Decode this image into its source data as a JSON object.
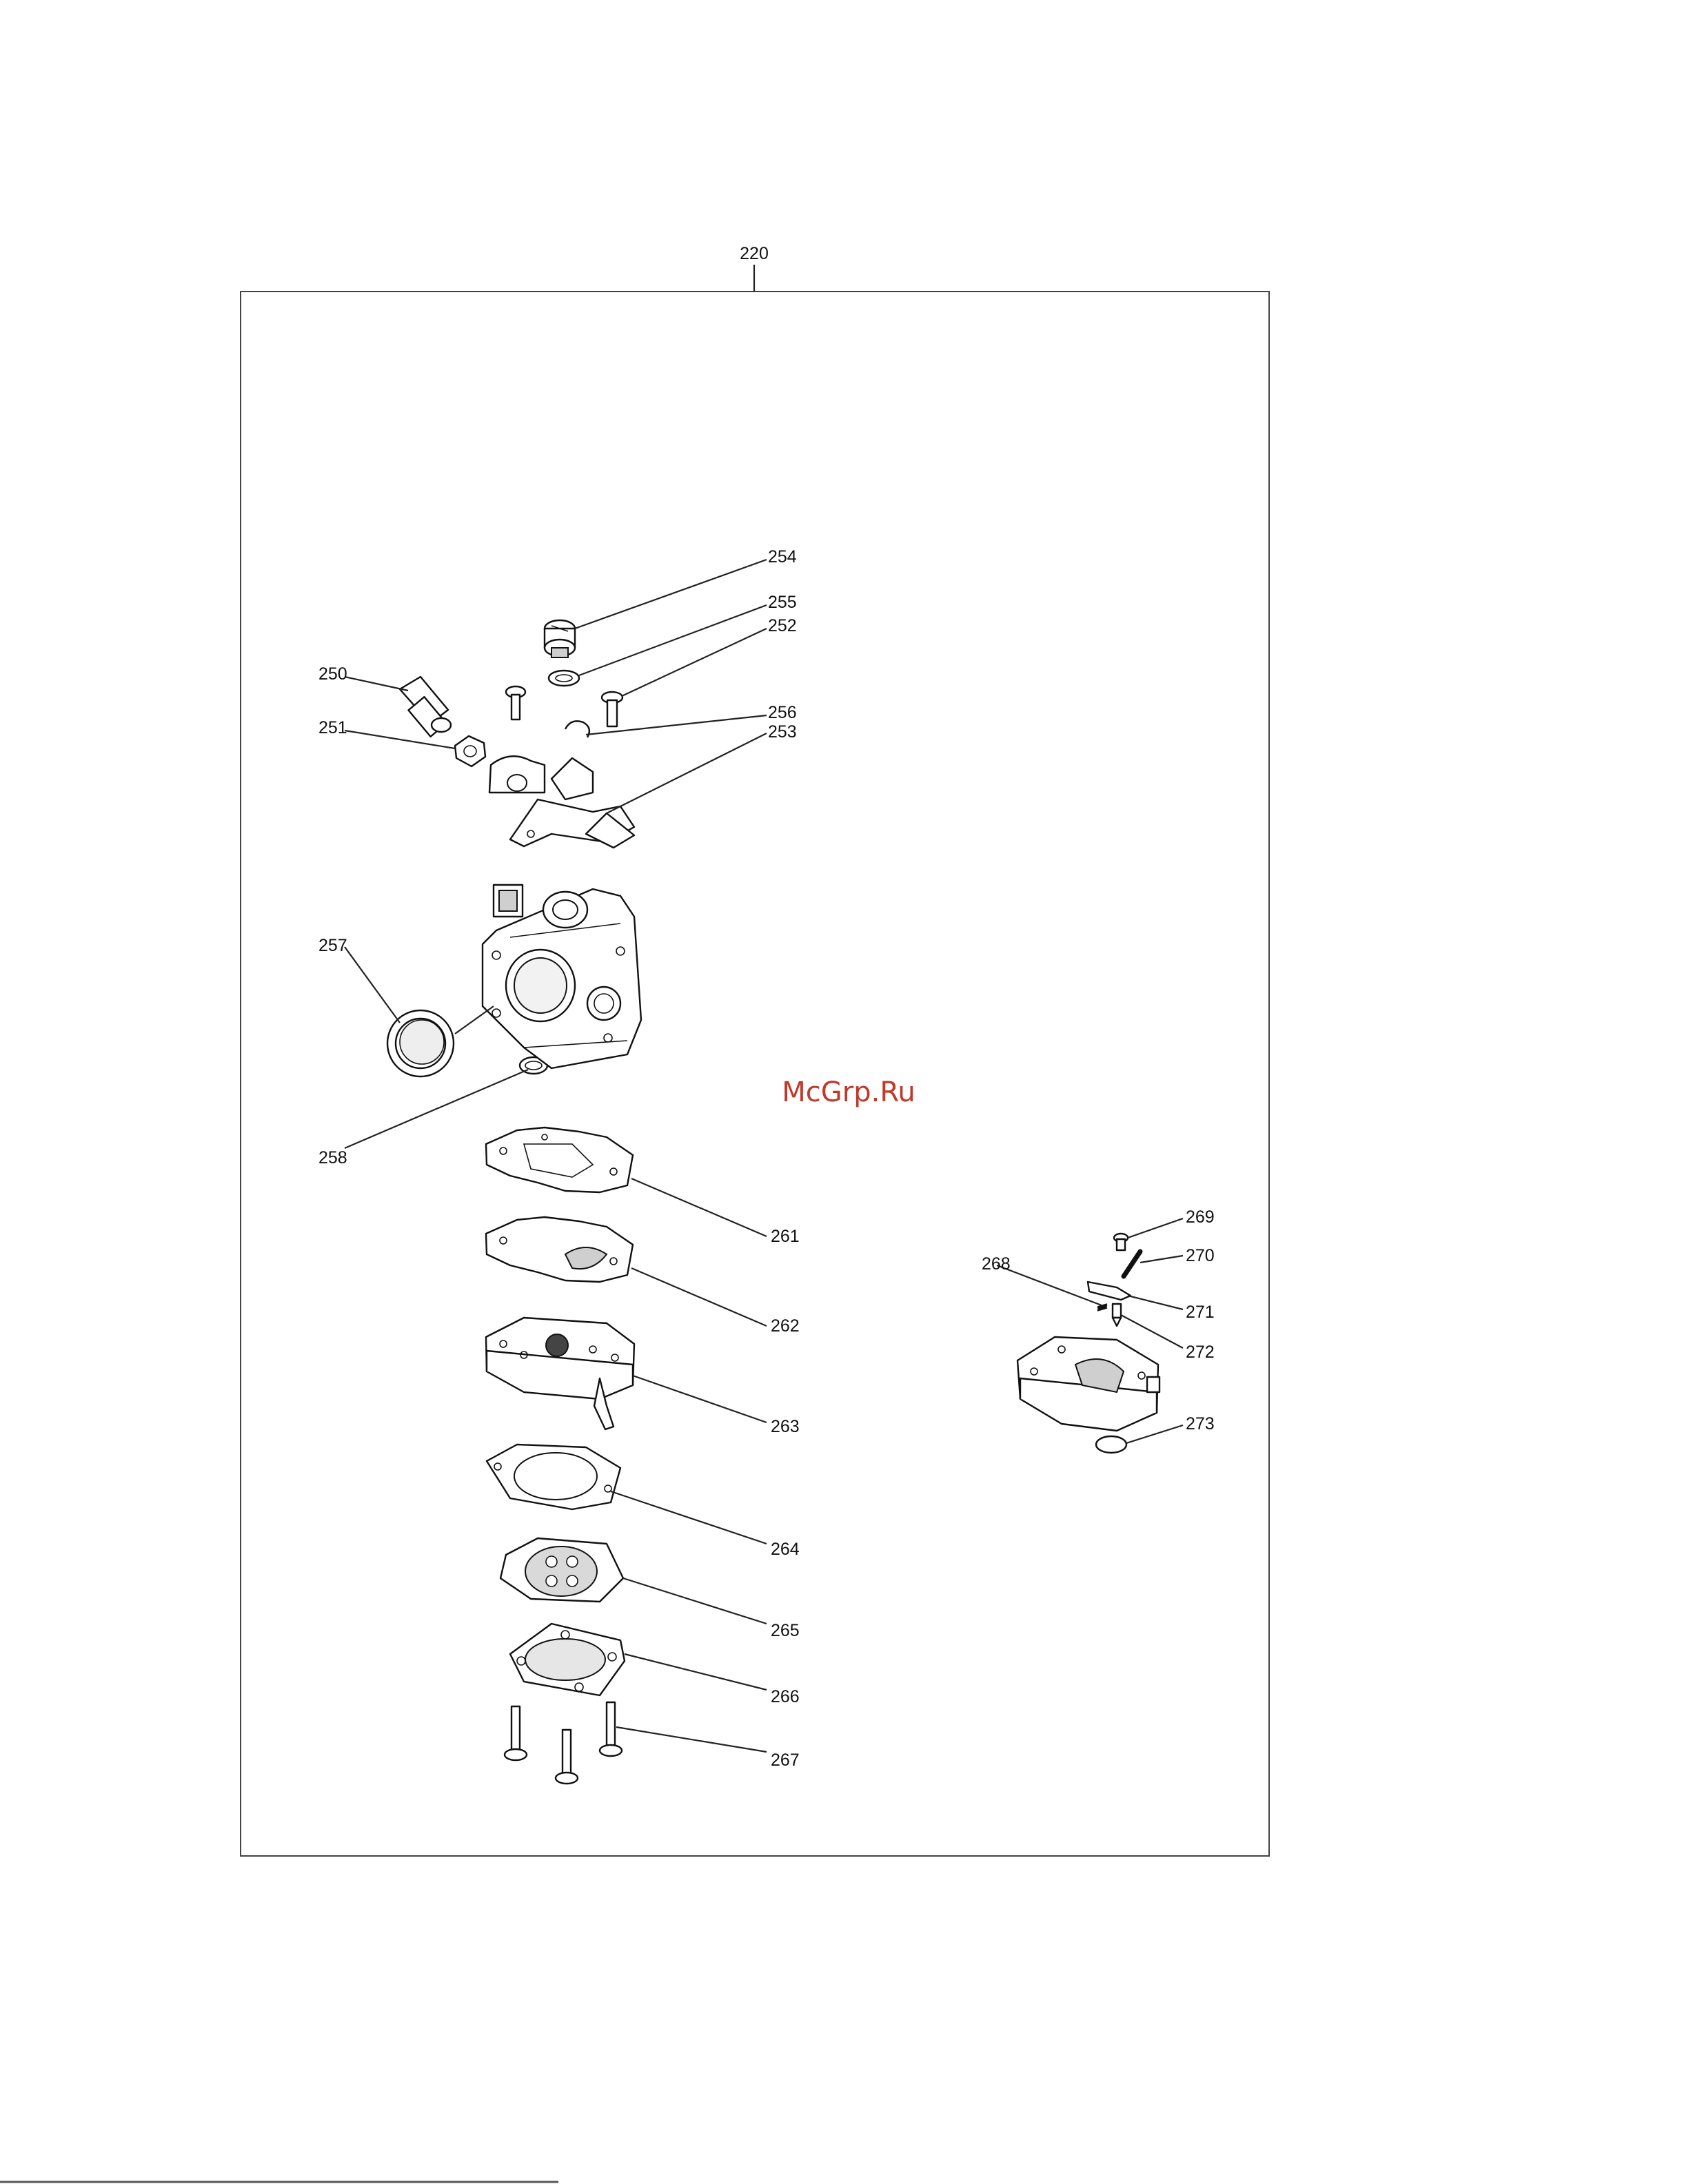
{
  "assembly_number": "220",
  "watermark": "McGrp.Ru",
  "callouts": [
    "250",
    "251",
    "252",
    "253",
    "254",
    "255",
    "256",
    "257",
    "258",
    "261",
    "262",
    "263",
    "264",
    "265",
    "266",
    "267",
    "268",
    "269",
    "270",
    "271",
    "272",
    "273"
  ],
  "parts": [
    {
      "id": "250",
      "icon": "fuel-fitting-icon"
    },
    {
      "id": "251",
      "icon": "hex-nut-icon"
    },
    {
      "id": "252",
      "icon": "screw-icon"
    },
    {
      "id": "253",
      "icon": "throttle-lever-icon"
    },
    {
      "id": "254",
      "icon": "adjust-screw-icon"
    },
    {
      "id": "255",
      "icon": "washer-icon"
    },
    {
      "id": "256",
      "icon": "clip-icon"
    },
    {
      "id": "257",
      "icon": "gasket-ring-icon"
    },
    {
      "id": "258",
      "icon": "o-ring-icon"
    },
    {
      "id": "261",
      "icon": "gasket-icon"
    },
    {
      "id": "262",
      "icon": "diaphragm-icon"
    },
    {
      "id": "263",
      "icon": "pump-body-icon"
    },
    {
      "id": "264",
      "icon": "gasket-icon"
    },
    {
      "id": "265",
      "icon": "metering-diaphragm-icon"
    },
    {
      "id": "266",
      "icon": "cover-icon"
    },
    {
      "id": "267",
      "icon": "screw-icon"
    },
    {
      "id": "268",
      "icon": "spring-icon"
    },
    {
      "id": "269",
      "icon": "screw-icon"
    },
    {
      "id": "270",
      "icon": "pin-icon"
    },
    {
      "id": "271",
      "icon": "lever-icon"
    },
    {
      "id": "272",
      "icon": "needle-valve-icon"
    },
    {
      "id": "273",
      "icon": "plug-icon"
    }
  ]
}
